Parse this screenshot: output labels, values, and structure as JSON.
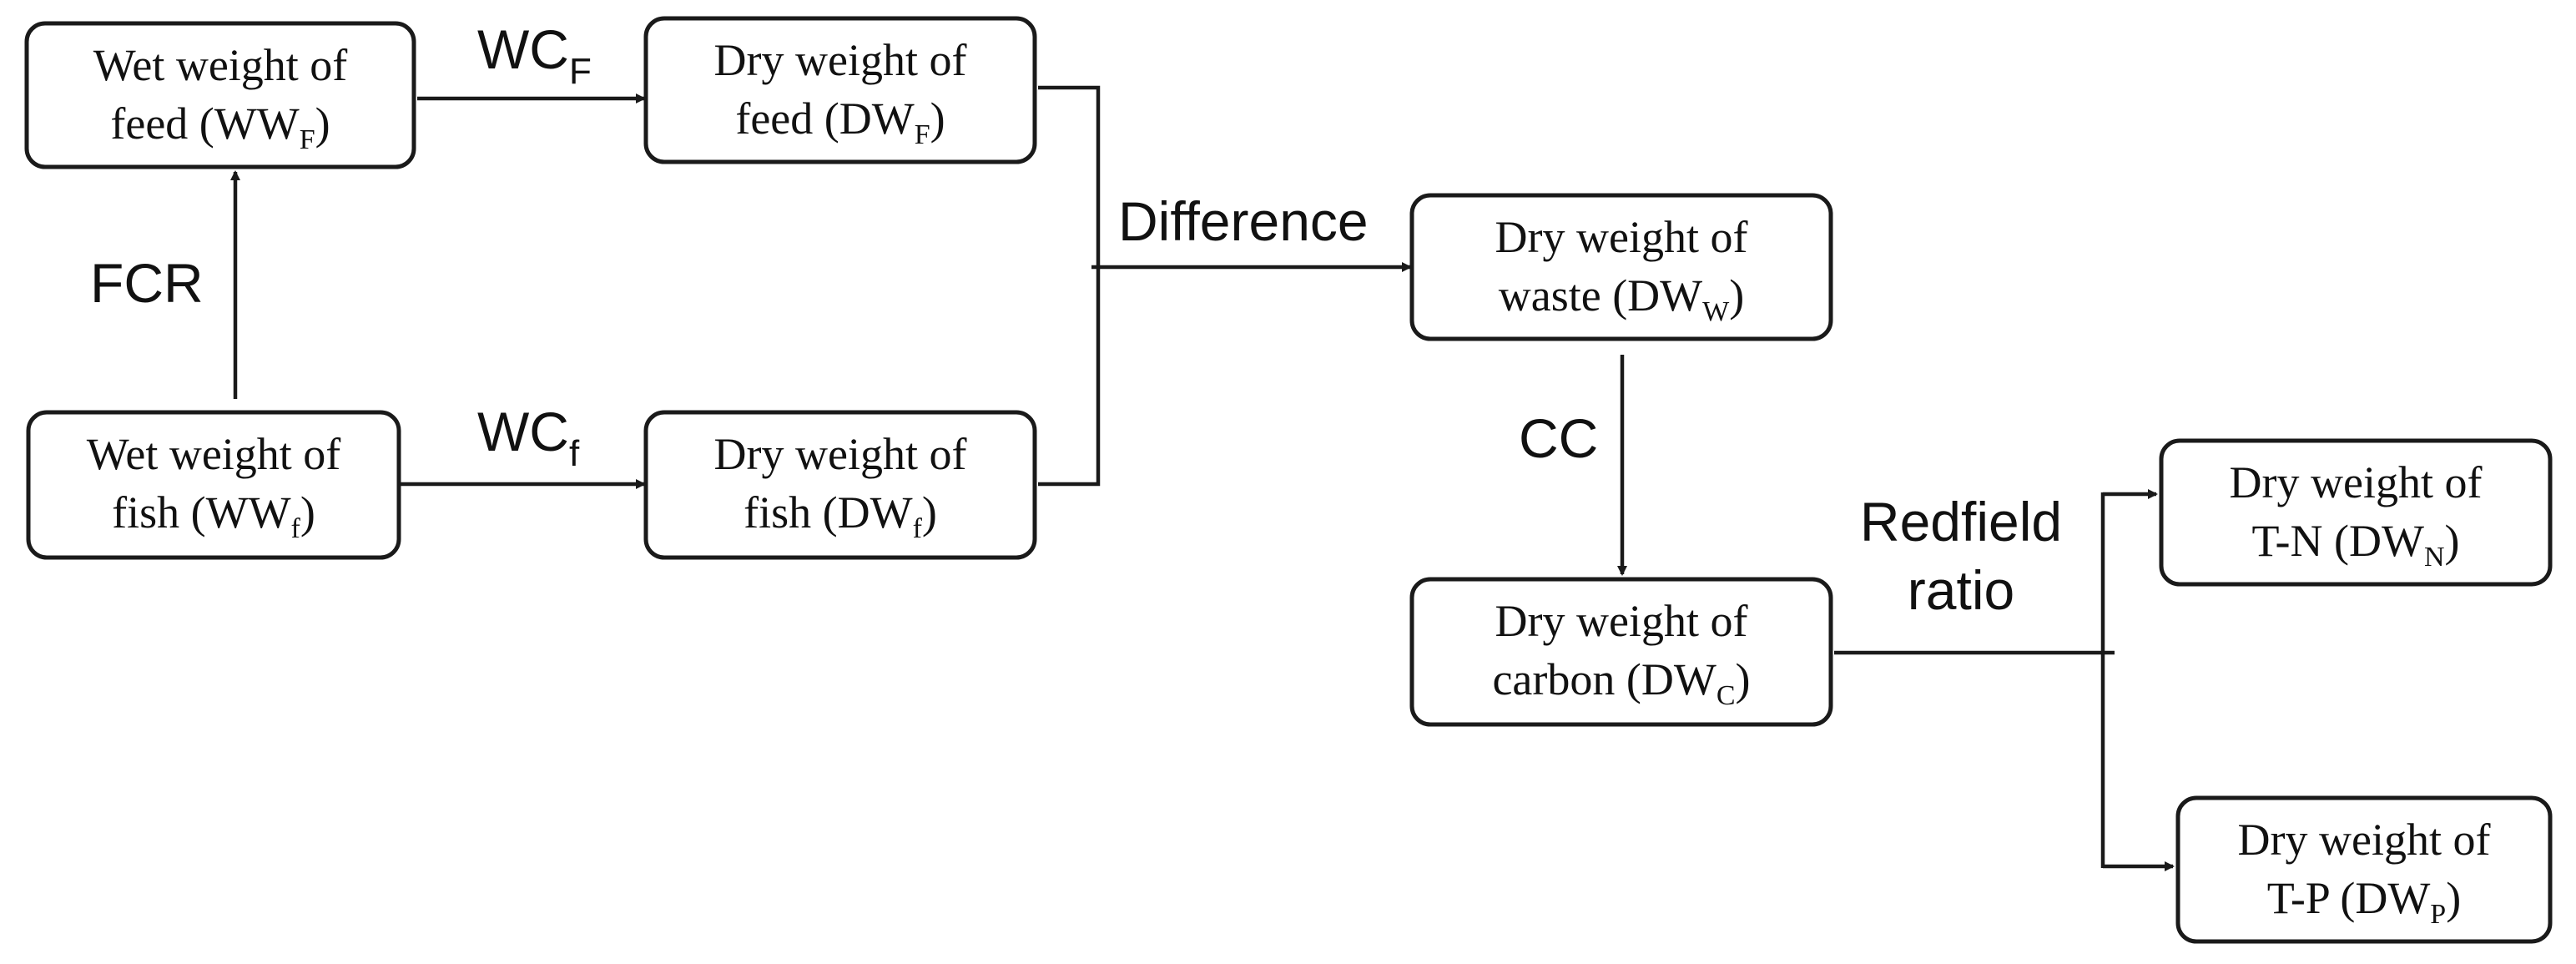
{
  "nodes": {
    "ww_feed": {
      "line1": "Wet weight of",
      "line2": "feed (WW",
      "sub": "F",
      "close": ")"
    },
    "dw_feed": {
      "line1": "Dry weight of",
      "line2": "feed (DW",
      "sub": "F",
      "close": ")"
    },
    "ww_fish": {
      "line1": "Wet weight of",
      "line2": "fish (WW",
      "sub": "f",
      "close": ")"
    },
    "dw_fish": {
      "line1": "Dry weight of",
      "line2": "fish (DW",
      "sub": "f",
      "close": ")"
    },
    "dw_waste": {
      "line1": "Dry weight of",
      "line2": "waste (DW",
      "sub": "W",
      "close": ")"
    },
    "dw_carbon": {
      "line1": "Dry weight of",
      "line2": "carbon (DW",
      "sub": "C",
      "close": ")"
    },
    "dw_tn": {
      "line1": "Dry weight of",
      "line2": "T-N (DW",
      "sub": "N",
      "close": ")"
    },
    "dw_tp": {
      "line1": "Dry weight of",
      "line2": "T-P (DW",
      "sub": "P",
      "close": ")"
    }
  },
  "edges": {
    "wc_feed": {
      "main": "WC",
      "sub": "F"
    },
    "wc_fish": {
      "main": "WC",
      "sub": "f"
    },
    "fcr": {
      "main": "FCR"
    },
    "difference": {
      "main": "Difference"
    },
    "cc": {
      "main": "CC"
    },
    "redfield": {
      "line1": "Redfield",
      "line2": "ratio"
    }
  },
  "colors": {
    "stroke": "#1a1a1a",
    "text": "#111111",
    "background": "#ffffff"
  }
}
